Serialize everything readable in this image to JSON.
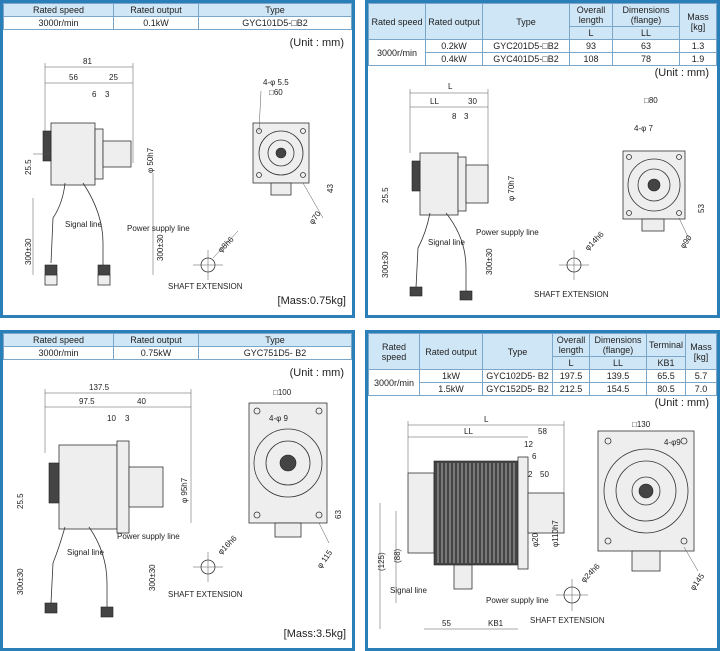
{
  "panels": [
    {
      "headers": [
        "Rated speed",
        "Rated output",
        "Type"
      ],
      "row": [
        "3000r/min",
        "0.1kW",
        "GYC101D5-□B2"
      ],
      "unit": "(Unit : mm)",
      "mass": "[Mass:0.75kg]",
      "dims": {
        "total": "81",
        "d56": "56",
        "d25": "25",
        "d6": "6",
        "d3": "3",
        "flange": "□60",
        "holes": "4-φ 5.5",
        "shaft": "φ 50h7",
        "h25": "25.5",
        "cable": "300±30",
        "h43": "43",
        "pcd": "φ70",
        "key": "φ8h6"
      },
      "labels": {
        "signal": "Signal line",
        "power": "Power supply line",
        "shaft_ext": "SHAFT EXTENSION"
      }
    },
    {
      "headers": [
        "Rated speed",
        "Rated output",
        "Type",
        "Overall length",
        "Dimensions (flange)",
        "Mass [kg]"
      ],
      "subheaders": [
        "L",
        "LL"
      ],
      "rows": [
        [
          "3000r/min",
          "0.2kW",
          "GYC201D5-□B2",
          "93",
          "63",
          "1.3"
        ],
        [
          "",
          "0.4kW",
          "GYC401D5-□B2",
          "108",
          "78",
          "1.9"
        ]
      ],
      "unit": "(Unit : mm)",
      "dims": {
        "L": "L",
        "LL": "LL",
        "d30": "30",
        "d8": "8",
        "d3": "3",
        "flange": "□80",
        "holes": "4-φ 7",
        "shaft": "φ 70h7",
        "h25": "25.5",
        "cable": "300±30",
        "h53": "53",
        "pcd": "φ90",
        "key": "φ14h6"
      },
      "labels": {
        "signal": "Signal line",
        "power": "Power supply line",
        "shaft_ext": "SHAFT EXTENSION"
      }
    },
    {
      "headers": [
        "Rated speed",
        "Rated output",
        "Type"
      ],
      "row": [
        "3000r/min",
        "0.75kW",
        "GYC751D5- B2"
      ],
      "unit": "(Unit : mm)",
      "mass": "[Mass:3.5kg]",
      "dims": {
        "total": "137.5",
        "d97": "97.5",
        "d40": "40",
        "d10": "10",
        "d3": "3",
        "flange": "□100",
        "holes": "4-φ 9",
        "shaft": "φ 95h7",
        "h25": "25.5",
        "cable": "300±30",
        "h63": "63",
        "pcd": "φ 115",
        "key": "φ16h6"
      },
      "labels": {
        "signal": "Signal line",
        "power": "Power supply line",
        "shaft_ext": "SHAFT EXTENSION"
      }
    },
    {
      "headers": [
        "Rated speed",
        "Rated output",
        "Type",
        "Overall length",
        "Dimensions (flange)",
        "Terminal",
        "Mass [kg]"
      ],
      "subheaders": [
        "L",
        "LL",
        "KB1"
      ],
      "rows": [
        [
          "3000r/min",
          "1kW",
          "GYC102D5- B2",
          "197.5",
          "139.5",
          "65.5",
          "5.7"
        ],
        [
          "",
          "1.5kW",
          "GYC152D5- B2",
          "212.5",
          "154.5",
          "80.5",
          "7.0"
        ]
      ],
      "unit": "(Unit : mm)",
      "dims": {
        "L": "L",
        "LL": "LL",
        "d58": "58",
        "d12": "12",
        "d6": "6",
        "d2": "2",
        "d50": "50",
        "flange": "□130",
        "holes": "4-φ9",
        "shaft": "φ110h7",
        "d20": "φ20",
        "h125": "(125)",
        "h88": "(88)",
        "d55": "55",
        "KB1": "KB1",
        "pcd": "φ145",
        "key": "φ24h6"
      },
      "labels": {
        "signal": "Signal line",
        "power": "Power supply line",
        "shaft_ext": "SHAFT EXTENSION"
      }
    }
  ]
}
